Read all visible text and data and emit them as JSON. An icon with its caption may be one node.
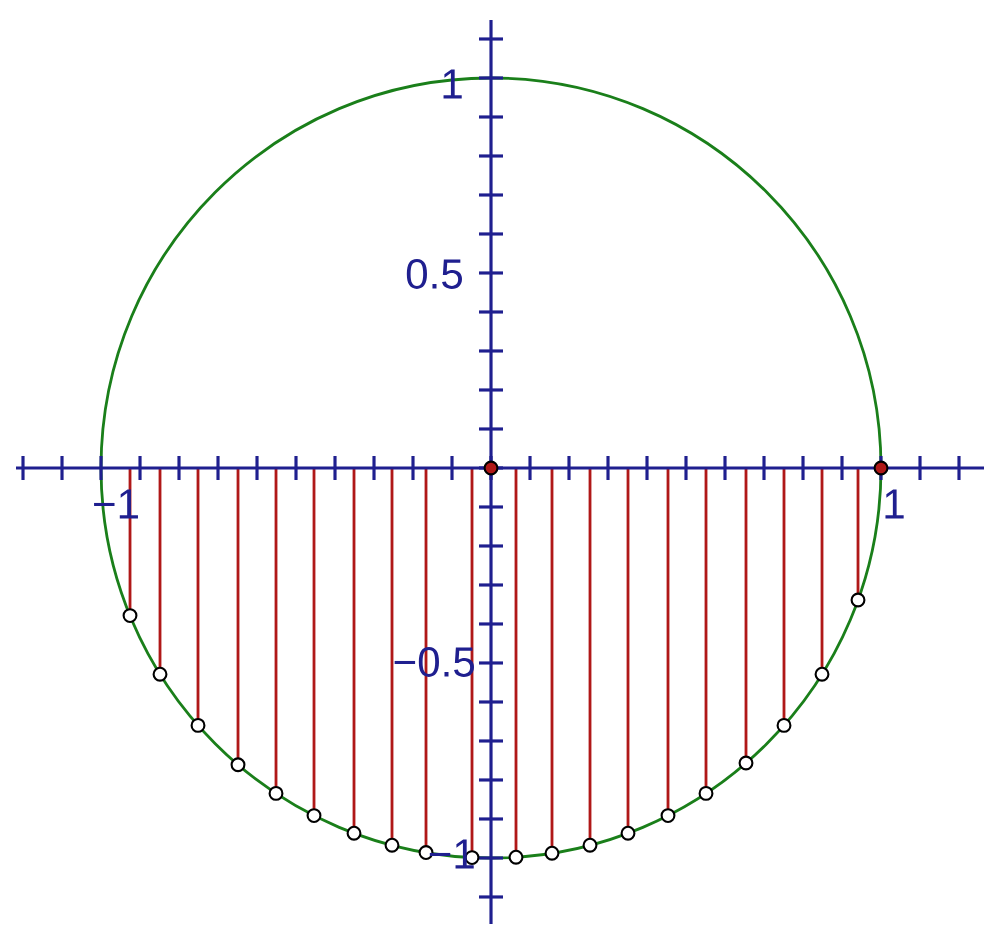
{
  "diagram": {
    "labels": [
      "1",
      "0.5",
      "−1",
      "1",
      "−0.5",
      "−1"
    ]
  }
}
